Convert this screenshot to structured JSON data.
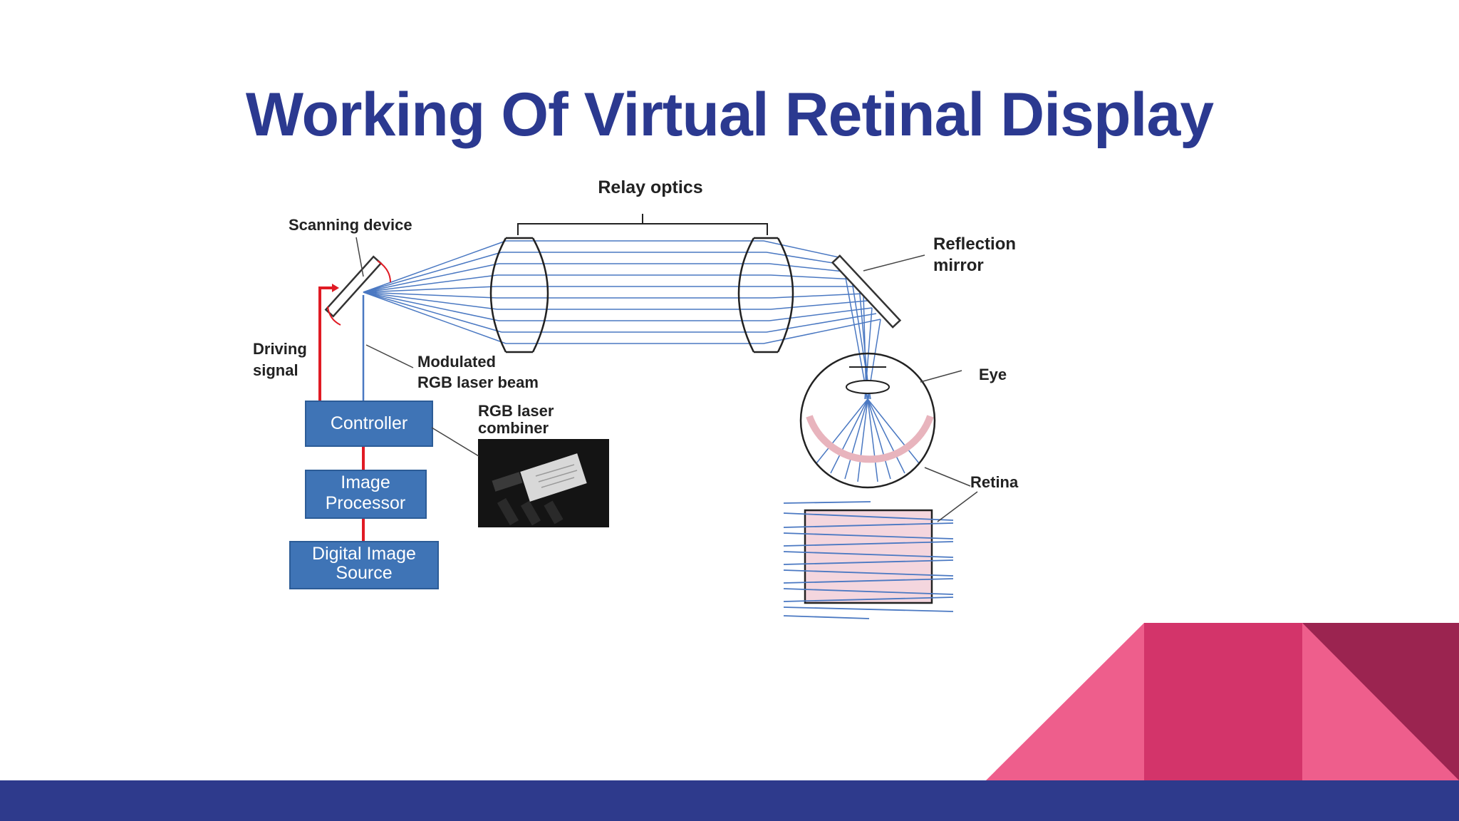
{
  "slide": {
    "title": "Working Of Virtual Retinal Display"
  },
  "diagram": {
    "labels": {
      "relay_optics": "Relay optics",
      "scanning_device": "Scanning device",
      "reflection_mirror_1": "Reflection",
      "reflection_mirror_2": "mirror",
      "driving_signal_1": "Driving",
      "driving_signal_2": "signal",
      "modulated_beam_1": "Modulated",
      "modulated_beam_2": "RGB laser beam",
      "rgb_combiner_1": "RGB laser",
      "rgb_combiner_2": "combiner",
      "eye": "Eye",
      "retina": "Retina"
    },
    "boxes": {
      "controller": "Controller",
      "image_processor_1": "Image",
      "image_processor_2": "Processor",
      "digital_source_1": "Digital Image",
      "digital_source_2": "Source"
    }
  },
  "colors": {
    "title": "#2b3990",
    "beam": "#4a78c2",
    "box_fill": "#3f74b6",
    "signal_wire": "#e01b24",
    "retina": "#e8b4bd",
    "footer_bar": "#2e3a8c",
    "deco_pink": "#ee5e8c",
    "deco_magenta": "#d3346a",
    "deco_dark": "#9b2450"
  }
}
